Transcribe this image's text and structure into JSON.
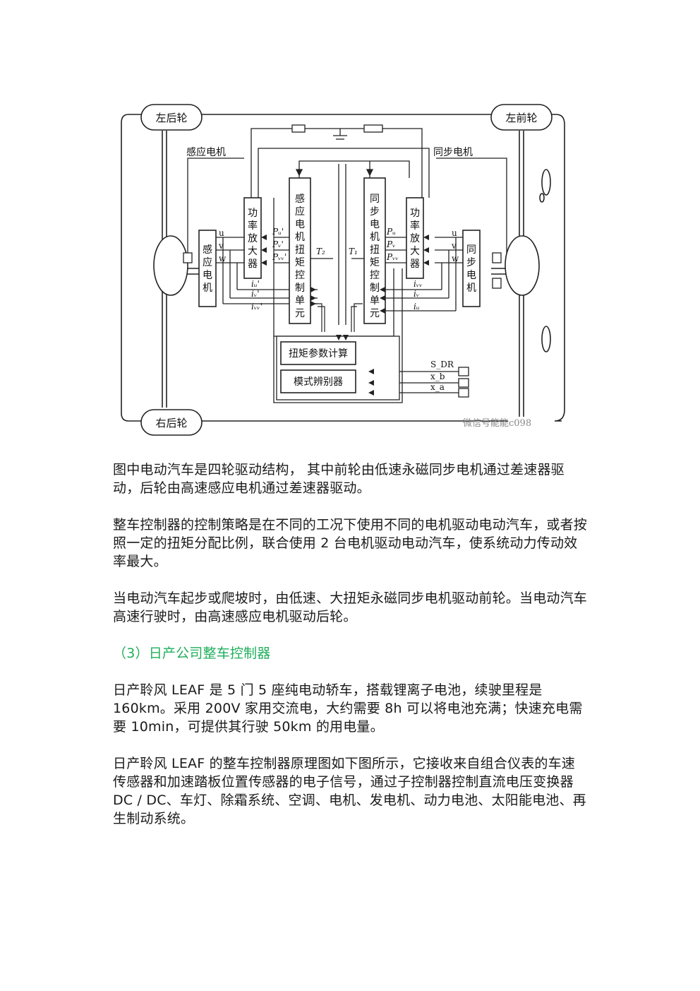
{
  "diagram": {
    "wheels": {
      "left_rear": "左后轮",
      "left_front": "左前轮",
      "right_rear": "右后轮"
    },
    "labels": {
      "induction_motor_top": "感应电机",
      "sync_motor_top": "同步电机",
      "power_amp": "功率放大器",
      "induction_motor": "感应电机",
      "sync_motor": "同步电机",
      "induction_torque_ctrl": "感应电机扭矩控制单元",
      "sync_torque_ctrl": "同步电机扭矩控制单元",
      "torque_param_calc": "扭矩参数计算",
      "mode_discriminator": "模式辨别器",
      "uvw": [
        "u",
        "v",
        "w"
      ],
      "t2": "T₂",
      "t1": "T₁",
      "p_left": [
        "Pᵤ'",
        "Pᵥ'",
        "Pᵥᵥ'"
      ],
      "p_right": [
        "Pᵤ",
        "Pᵥ",
        "Pᵥᵥ"
      ],
      "i_left": [
        "iᵤ'",
        "iᵥ'",
        "iᵥᵥ'"
      ],
      "i_right": [
        "iᵥᵥ",
        "iᵥ",
        "iᵤ"
      ],
      "inputs": [
        "S_DR",
        "x_b",
        "x_a"
      ]
    },
    "watermark": "微信号能能c098"
  },
  "paragraphs": [
    "图中电动汽车是四轮驱动结构， 其中前轮由低速永磁同步电机通过差速器驱动，后轮由高速感应电机通过差速器驱动。",
    "整车控制器的控制策略是在不同的工况下使用不同的电机驱动电动汽车，或者按照一定的扭矩分配比例，联合使用 2 台电机驱动电动汽车，使系统动力传动效率最大。",
    "当电动汽车起步或爬坡时，由低速、大扭矩永磁同步电机驱动前轮。当电动汽车高速行驶时，由高速感应电机驱动后轮。"
  ],
  "section_heading": "（3）日产公司整车控制器",
  "paragraphs2": [
    "日产聆风 LEAF 是 5 门 5 座纯电动轿车，搭载锂离子电池，续驶里程是 160km。采用 200V 家用交流电，大约需要 8h 可以将电池充满；快速充电需要 10min，可提供其行驶 50km 的用电量。",
    "日产聆风 LEAF 的整车控制器原理图如下图所示，它接收来自组合仪表的车速传感器和加速踏板位置传感器的电子信号，通过子控制器控制直流电压变换器 DC / DC、车灯、除霜系统、空调、电机、发电机、动力电池、太阳能电池、再生制动系统。"
  ],
  "colors": {
    "heading_green": "#1fae5b",
    "text": "#1a1a1a"
  }
}
